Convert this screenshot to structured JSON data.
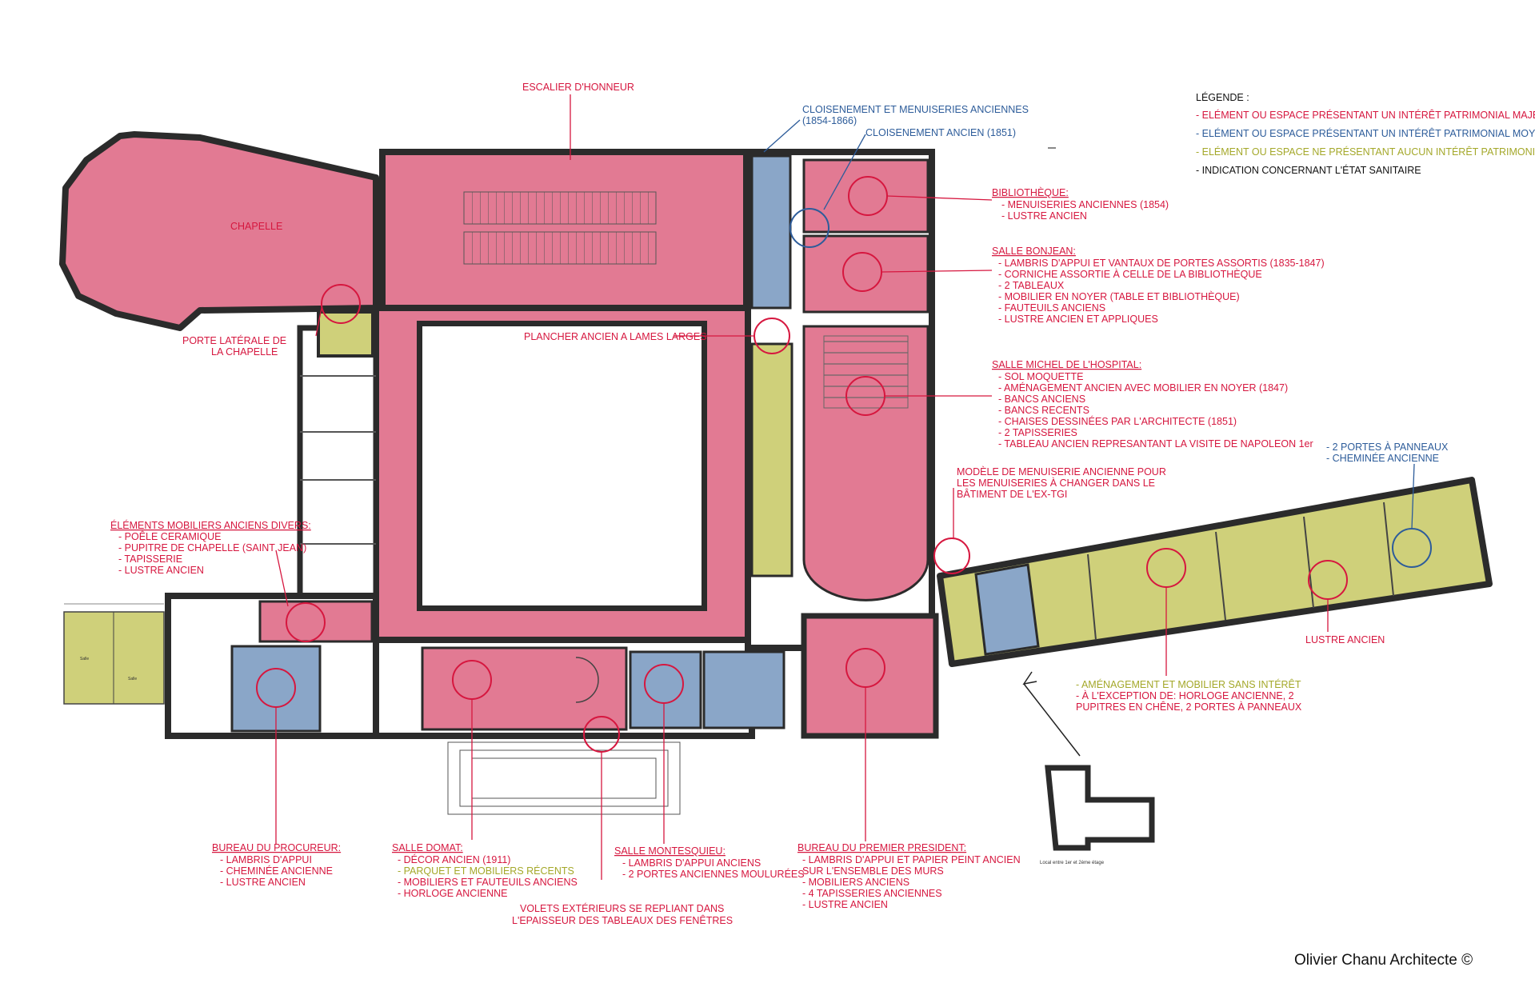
{
  "colors": {
    "major": "#d6173f",
    "major_fill": "#e27a93",
    "moyen": "#2d5c9a",
    "moyen_fill": "#8aa6c8",
    "none": "#a4a82a",
    "none_fill": "#cfd07a",
    "sanitary": "#111111",
    "wall": "#3a3a3a"
  },
  "legend": {
    "title": "LÉGENDE :",
    "major": "- ELÉMENT OU ESPACE PRÉSENTANT UN INTÉRÊT PATRIMONIAL MAJEUR",
    "moyen": "- ELÉMENT OU ESPACE PRÉSENTANT UN INTÉRÊT PATRIMONIAL MOYEN",
    "none": "- ELÉMENT OU ESPACE NE PRÉSENTANT AUCUN INTÉRÊT PATRIMONIAL",
    "sanitary": "- INDICATION CONCERNANT L'ÉTAT SANITAIRE"
  },
  "labels": {
    "escalier": "ESCALIER D'HONNEUR",
    "chapelle": "CHAPELLE",
    "cloison1_a": "CLOISENEMENT ET MENUISERIES ANCIENNES",
    "cloison1_b": "(1854-1866)",
    "cloison2": "CLOISENEMENT ANCIEN (1851)",
    "porte_a": "PORTE LATÉRALE DE",
    "porte_b": "LA CHAPELLE",
    "plancher": "PLANCHER ANCIEN A LAMES LARGES",
    "modele_a": "MODÈLE DE MENUISERIE ANCIENNE POUR",
    "modele_b": "LES MENUISERIES À CHANGER DANS LE",
    "modele_c": "BÂTIMENT DE L'EX-TGI",
    "lustre_ancien": "LUSTRE ANCIEN",
    "credit": "Olivier Chanu Architecte ©",
    "small_caption": "Local entre 1er et 2ème étage",
    "small_room1": "Salle",
    "small_room2": "Salle"
  },
  "bibliotheque": {
    "title": "BIBLIOTHÈQUE:",
    "items": [
      "- MENUISERIES ANCIENNES (1854)",
      "- LUSTRE ANCIEN"
    ]
  },
  "bonjean": {
    "title": "SALLE BONJEAN:",
    "items": [
      "- LAMBRIS D'APPUI ET VANTAUX DE PORTES ASSORTIS (1835-1847)",
      "- CORNICHE ASSORTIE À CELLE DE LA BIBLIOTHÈQUE",
      "- 2 TABLEAUX",
      "- MOBILIER EN NOYER (TABLE ET BIBLIOTHÈQUE)",
      "- FAUTEUILS ANCIENS",
      "-  LUSTRE ANCIEN  ET APPLIQUES"
    ]
  },
  "hospital": {
    "title": "SALLE MICHEL DE L'HOSPITAL:",
    "items": [
      "- SOL MOQUETTE",
      "- AMÉNAGEMENT ANCIEN AVEC MOBILIER EN NOYER (1847)",
      "- BANCS ANCIENS",
      "- BANCS RECENTS",
      "- CHAISES DESSINÉES PAR L'ARCHITECTE (1851)",
      "- 2 TAPISSERIES",
      "- TABLEAU ANCIEN REPRESANTANT LA VISITE DE NAPOLEON 1er"
    ]
  },
  "portes_panneaux": {
    "line1": "- 2 PORTES À PANNEAUX",
    "line2": "- CHEMINÉE ANCIENNE"
  },
  "mobiliers_divers": {
    "title": "ÉLÉMENTS MOBILIERS ANCIENS DIVERS:",
    "items": [
      "- POÊLE CERAMIQUE",
      "- PUPITRE DE CHAPELLE (SAINT JEAN)",
      "- TAPISSERIE",
      "- LUSTRE ANCIEN"
    ]
  },
  "amenagement": {
    "line1": "- AMÉNAGEMENT ET MOBILIER SANS INTÉRÊT",
    "line2": "- À L'EXCEPTION DE: HORLOGE ANCIENNE, 2",
    "line3": "  PUPITRES EN CHÊNE, 2 PORTES À PANNEAUX"
  },
  "procureur": {
    "title": "BUREAU DU PROCUREUR:",
    "items": [
      "- LAMBRIS D'APPUI",
      "- CHEMINÉE ANCIENNE",
      "- LUSTRE ANCIEN"
    ]
  },
  "domat": {
    "title": "SALLE DOMAT:",
    "item1": "- DÉCOR ANCIEN (1911)",
    "item2": "- PARQUET ET MOBILIERS RÉCENTS",
    "item3": "- MOBILIERS ET FAUTEUILS ANCIENS",
    "item4": "- HORLOGE ANCIENNE"
  },
  "montesquieu": {
    "title": "SALLE MONTESQUIEU:",
    "items": [
      "- LAMBRIS D'APPUI ANCIENS",
      "- 2 PORTES ANCIENNES MOULURÉES"
    ]
  },
  "volets": {
    "line1": "VOLETS EXTÉRIEURS SE REPLIANT DANS",
    "line2": "L'EPAISSEUR DES TABLEAUX DES FENÊTRES"
  },
  "president": {
    "title": "BUREAU DU PREMIER PRESIDENT:",
    "items": [
      "- LAMBRIS D'APPUI ET PAPIER PEINT ANCIEN",
      "  SUR L'ENSEMBLE DES MURS",
      "- MOBILIERS ANCIENS",
      "- 4 TAPISSERIES ANCIENNES",
      "- LUSTRE ANCIEN"
    ]
  }
}
